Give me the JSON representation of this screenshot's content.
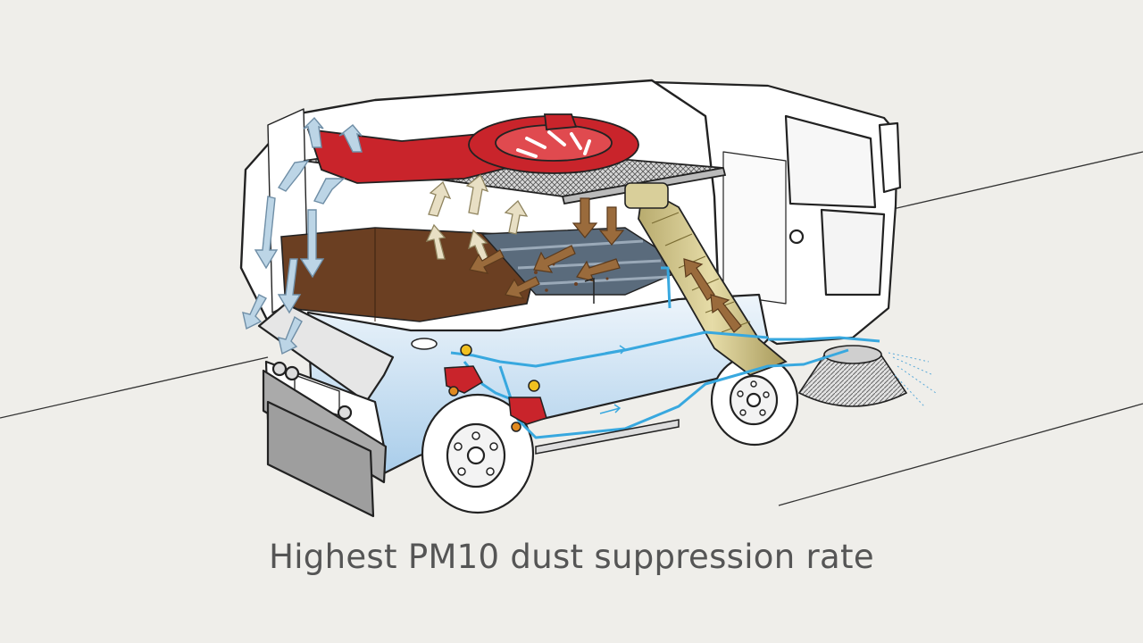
{
  "caption": "Highest PM10 dust suppression rate",
  "colors": {
    "background": "#efeeea",
    "outline": "#222222",
    "body_white": "#ffffff",
    "water_blue": "#38a8df",
    "tank_blue": "#cfe4f5",
    "fan_red": "#c9242b",
    "debris_brown": "#6b3f22",
    "air_arrow_light": "#bcd5e6",
    "air_arrow_tan": "#e8dfc4",
    "suction_arrow": "#9a6b3c",
    "hose_tan": "#d9cf9a",
    "caption_text": "#555555"
  },
  "icons": {
    "vehicle": "street-sweeper-cutaway",
    "fan": "suction-fan",
    "brush": "side-brush",
    "pump": "water-pump"
  }
}
